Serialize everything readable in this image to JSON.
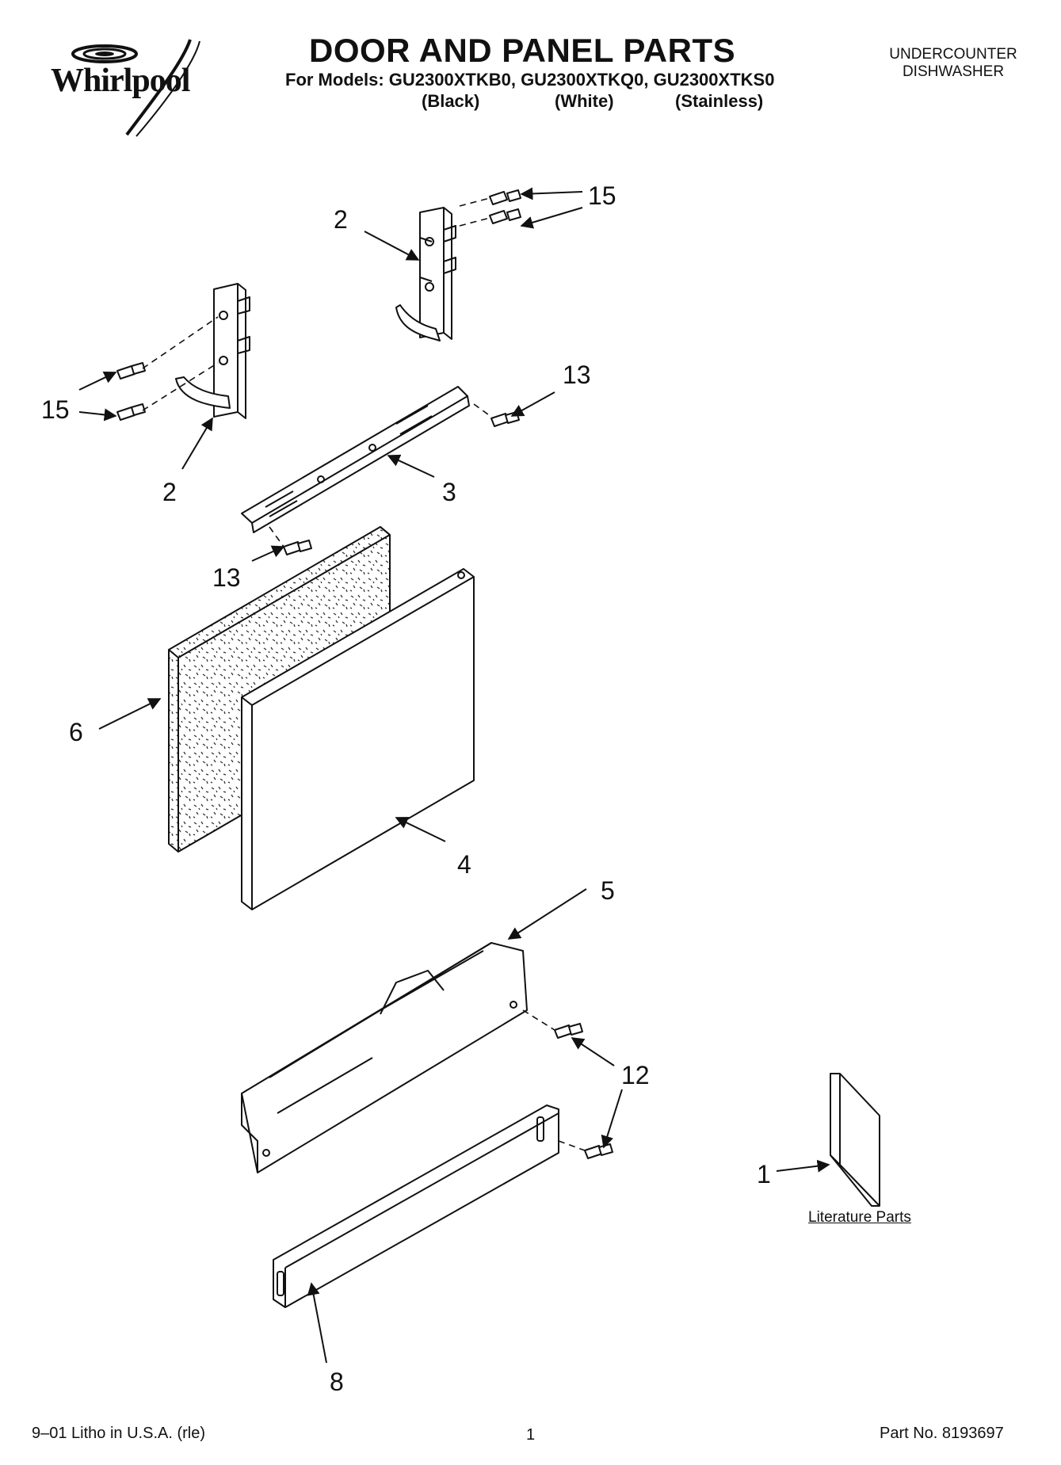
{
  "brand": "Whirlpool",
  "title": "DOOR AND PANEL PARTS",
  "models_line": "For Models: GU2300XTKB0, GU2300XTKQ0, GU2300XTKS0",
  "variants": [
    "(Black)",
    "(White)",
    "(Stainless)"
  ],
  "product_type": [
    "UNDERCOUNTER",
    "DISHWASHER"
  ],
  "callouts": {
    "c2_top": "2",
    "c15_top": "15",
    "c15_left": "15",
    "c13_right": "13",
    "c2_bottom": "2",
    "c3": "3",
    "c13_left": "13",
    "c6": "6",
    "c4": "4",
    "c5": "5",
    "c12": "12",
    "c1": "1",
    "c8": "8"
  },
  "literature_label": "Literature Parts",
  "footer": {
    "left": "9–01 Litho in U.S.A. (rle)",
    "page": "1",
    "right": "Part No. 8193697"
  }
}
